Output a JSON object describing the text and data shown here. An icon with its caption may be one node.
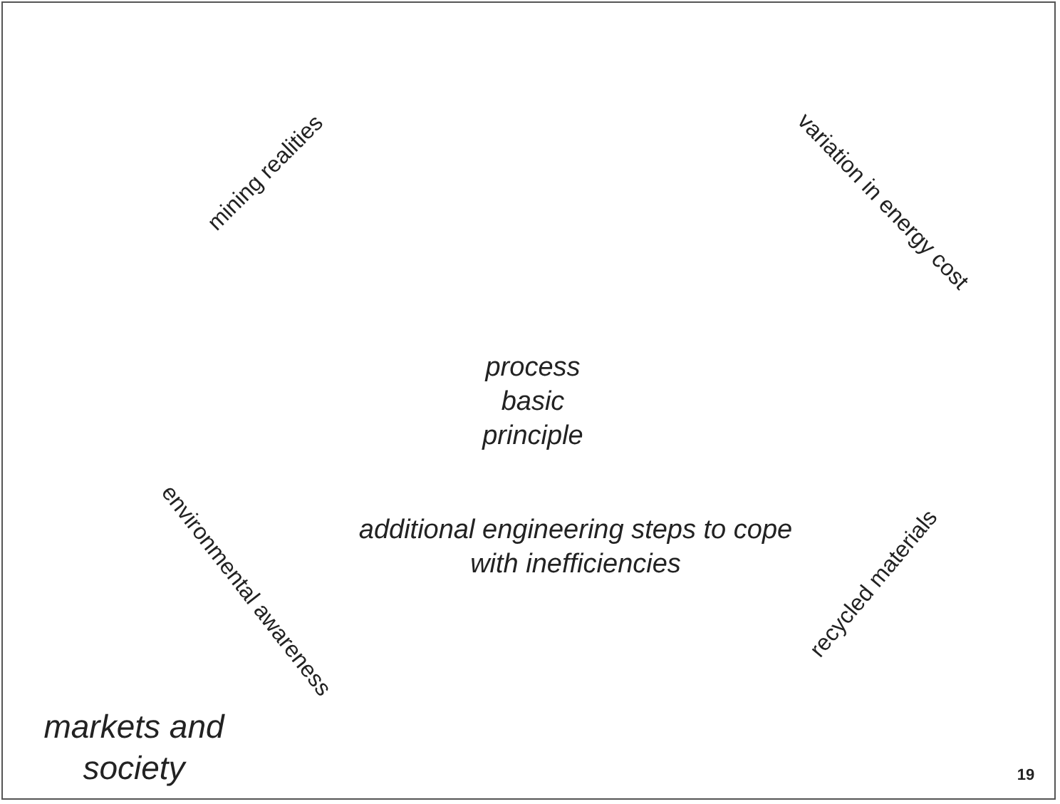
{
  "diagram": {
    "labels": [
      "mining realities",
      "variation in energy cost",
      "process basic principle",
      "environmental awareness",
      "additional engineering steps to cope with inefficiencies",
      "recycled materials",
      "markets and society",
      "19"
    ]
  }
}
